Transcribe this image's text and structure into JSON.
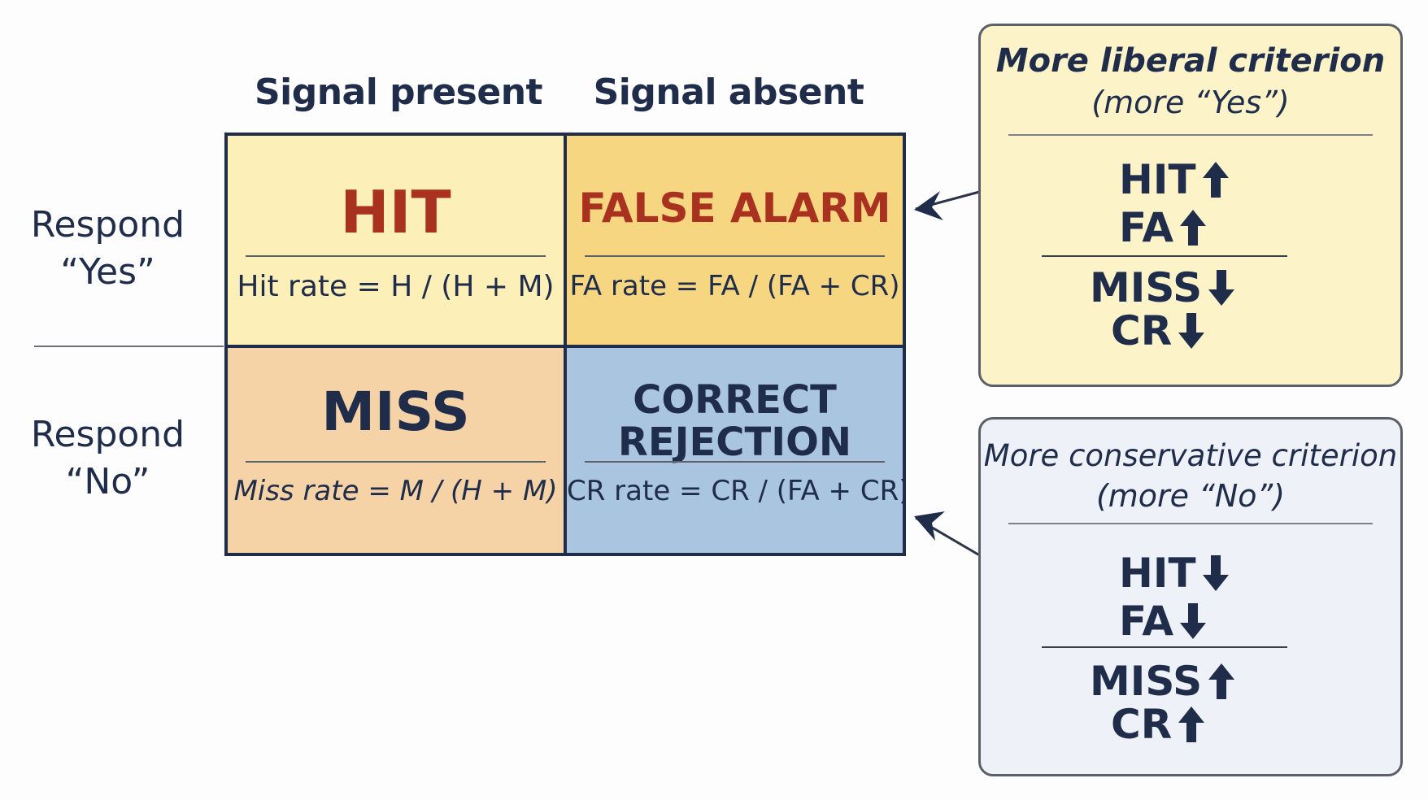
{
  "columns": {
    "present": "Signal present",
    "absent": "Signal absent"
  },
  "rows": {
    "yes": {
      "line1": "Respond",
      "line2": "“Yes”"
    },
    "no": {
      "line1": "Respond",
      "line2": "“No”"
    }
  },
  "cells": {
    "hit": {
      "title": "HIT",
      "formula": "Hit rate = H / (H + M)"
    },
    "false_alarm": {
      "title": "FALSE ALARM",
      "formula": "FA rate = FA / (FA + CR)"
    },
    "miss": {
      "title": "MISS",
      "formula": "Miss rate = M / (H + M)"
    },
    "correct_rejection": {
      "title_line1": "CORRECT",
      "title_line2": "REJECTION",
      "formula": "CR rate = CR / (FA + CR)"
    }
  },
  "liberal": {
    "title": "More liberal criterion",
    "subtitle": "(more “Yes”)",
    "effects": [
      {
        "label": "HIT",
        "direction": "up"
      },
      {
        "label": "FA",
        "direction": "up"
      },
      {
        "label": "MISS",
        "direction": "down"
      },
      {
        "label": "CR",
        "direction": "down"
      }
    ]
  },
  "conservative": {
    "title": "More conservative criterion",
    "subtitle": "(more “No”)",
    "effects": [
      {
        "label": "HIT",
        "direction": "down"
      },
      {
        "label": "FA",
        "direction": "down"
      },
      {
        "label": "MISS",
        "direction": "up"
      },
      {
        "label": "CR",
        "direction": "up"
      }
    ]
  },
  "colors": {
    "hit_bg": "#fcefb8",
    "false_alarm_bg": "#f6d680",
    "miss_bg": "#f5d3a7",
    "correct_rejection_bg": "#a9c5e0",
    "liberal_panel_bg": "#fdf3c8",
    "conservative_panel_bg": "#eef2f8",
    "red_title": "#a8321f",
    "navy": "#1f2d4a"
  }
}
